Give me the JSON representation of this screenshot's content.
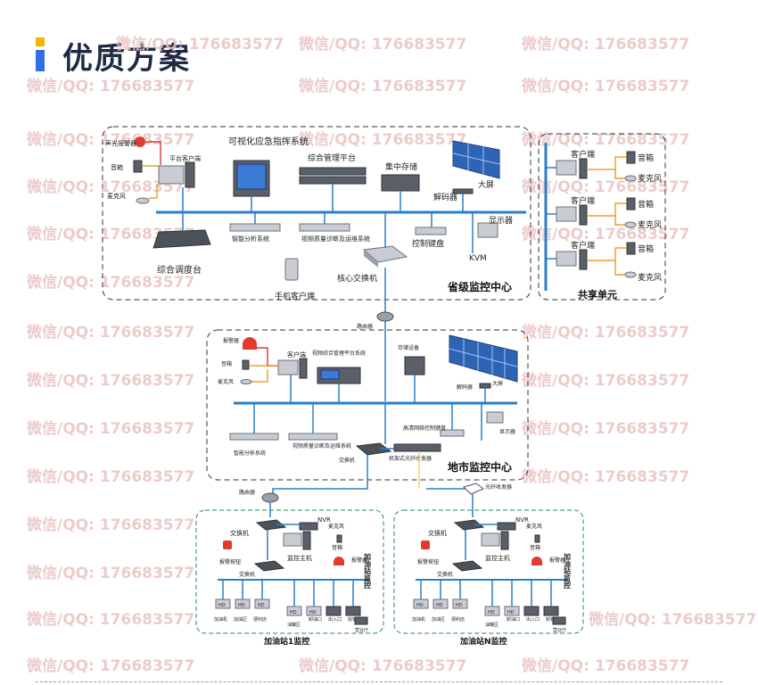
{
  "page": {
    "title": "优质方案",
    "watermark": "微信/QQ: 176683577"
  },
  "provincial": {
    "zone_label": "省级监控中心",
    "labels": {
      "alarm": "声光报警器",
      "speaker": "音箱",
      "mic": "麦克风",
      "client": "平台客户端",
      "emergency": "可视化应急指挥系统",
      "mgmt_platform": "综合管理平台",
      "storage": "集中存储",
      "decoder": "解码器",
      "screen": "大屏",
      "analytics": "智能分析系统",
      "quality": "视频质量诊断及运维系统",
      "keyboard": "控制键盘",
      "display": "显示器",
      "kvm": "KVM",
      "console": "综合调度台",
      "mobile": "手机客户端",
      "core_switch": "核心交换机"
    }
  },
  "shared": {
    "zone_label": "共享单元",
    "client": "客户端",
    "speaker": "音箱",
    "mic": "麦克风"
  },
  "link_router": "路由器",
  "city": {
    "zone_label": "地市监控中心",
    "labels": {
      "alarm": "报警器",
      "speaker": "音箱",
      "mic": "麦克风",
      "client": "客户端",
      "mgmt": "视频综合管理平台系统",
      "storage": "存储设备",
      "decoder": "解码器",
      "screen": "大屏",
      "analytics": "智能分析系统",
      "quality": "视频质量诊断及运维系统",
      "keyboard": "高清网络控制键盘",
      "display": "显示器",
      "switch": "交换机",
      "rack_switch": "机架式光纤收发器",
      "fiber_tx": "光纤收发器",
      "router": "路由器"
    }
  },
  "station1": {
    "zone_label": "加油站1监控",
    "side_label": "加油站监控",
    "nvr": "NVR",
    "switch": "交换机",
    "host": "监控主机",
    "mic": "麦克风",
    "speaker": "音箱",
    "alarm_btn": "报警按钮",
    "alarm": "报警器",
    "cam_labels": [
      "加油机",
      "加油区",
      "便利店",
      "油罐区",
      "卸油口",
      "出入口",
      "收银台",
      "营业厅"
    ],
    "hd": "HD"
  },
  "stationN": {
    "zone_label": "加油站N监控",
    "side_label": "加油站监控",
    "nvr": "NVR",
    "switch": "交换机",
    "host": "监控主机",
    "mic": "麦克风",
    "speaker": "音箱",
    "alarm_btn": "报警按钮",
    "alarm": "报警器",
    "cam_labels": [
      "加油机",
      "加油区",
      "便利店",
      "油罐区",
      "卸油口",
      "出入口",
      "收银台",
      "营业厅"
    ],
    "hd": "HD"
  }
}
